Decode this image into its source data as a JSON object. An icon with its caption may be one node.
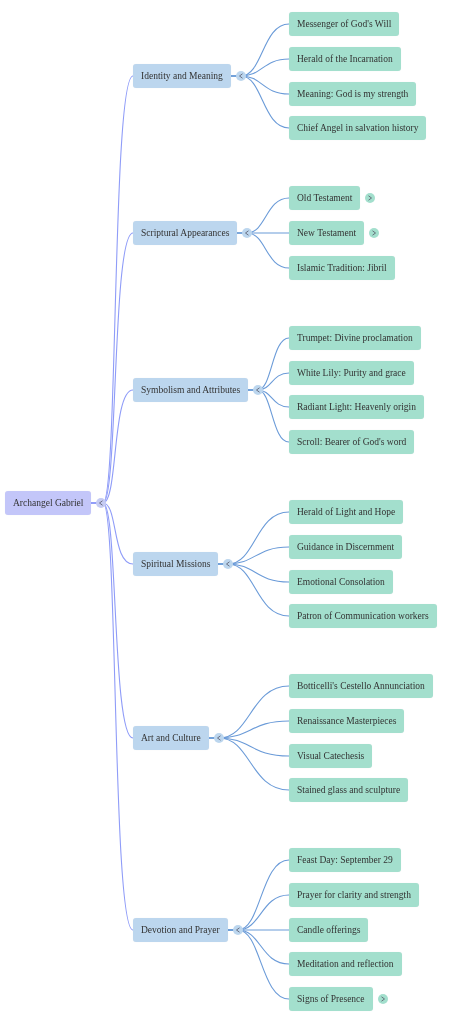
{
  "diagram": {
    "nodes": [
      {
        "text": [
          "Archangel Gabriel"
        ]
      },
      {
        "text": [
          "Identity and Meaning"
        ]
      },
      {
        "text": [
          "Messenger of God's Will"
        ]
      },
      {
        "text": [
          "Herald of the Incarnation"
        ]
      },
      {
        "text": [
          "Meaning: God is my strength"
        ]
      },
      {
        "text": [
          "Chief Angel in salvation history"
        ]
      },
      {
        "text": [
          "Scriptural Appearances"
        ]
      },
      {
        "text": [
          "Old Testament"
        ]
      },
      {
        "text": [
          "New Testament"
        ]
      },
      {
        "text": [
          "Islamic Tradition: Jibril"
        ]
      },
      {
        "text": [
          "Symbolism and Attributes"
        ]
      },
      {
        "text": [
          "Trumpet: Divine proclamation"
        ]
      },
      {
        "text": [
          "White Lily: Purity and grace"
        ]
      },
      {
        "text": [
          "Radiant Light: Heavenly origin"
        ]
      },
      {
        "text": [
          "Scroll: Bearer of God's word"
        ]
      },
      {
        "text": [
          "Spiritual Missions"
        ]
      },
      {
        "text": [
          "Herald of Light and Hope"
        ]
      },
      {
        "text": [
          "Guidance in Discernment"
        ]
      },
      {
        "text": [
          "Emotional Consolation"
        ]
      },
      {
        "text": [
          "Patron of Communication workers"
        ]
      },
      {
        "text": [
          "Art and Culture"
        ]
      },
      {
        "text": [
          "Botticelli's Cestello Annunciation"
        ]
      },
      {
        "text": [
          "Renaissance Masterpieces"
        ]
      },
      {
        "text": [
          "Visual Catechesis"
        ]
      },
      {
        "text": [
          "Stained glass and sculpture"
        ]
      },
      {
        "text": [
          "Devotion and Prayer"
        ]
      },
      {
        "text": [
          "Feast Day: September 29"
        ]
      },
      {
        "text": [
          "Prayer for clarity and strength"
        ]
      },
      {
        "text": [
          "Candle offerings"
        ]
      },
      {
        "text": [
          "Meditation and reflection"
        ]
      },
      {
        "text": [
          "Signs of Presence"
        ]
      }
    ],
    "edges": [
      {
        "from": 0,
        "to": 1,
        "arrow": "none",
        "color": "#8f9cf8"
      },
      {
        "from": 1,
        "to": 2,
        "arrow": "none"
      },
      {
        "from": 1,
        "to": 3,
        "arrow": "none"
      },
      {
        "from": 1,
        "to": 4,
        "arrow": "none"
      },
      {
        "from": 1,
        "to": 5,
        "arrow": "none"
      },
      {
        "from": 0,
        "to": 6,
        "arrow": "none",
        "color": "#8f9cf8"
      },
      {
        "from": 6,
        "to": 7,
        "arrow": "none"
      },
      {
        "from": 6,
        "to": 8,
        "arrow": "none"
      },
      {
        "from": 6,
        "to": 9,
        "arrow": "none"
      },
      {
        "from": 0,
        "to": 10,
        "arrow": "none",
        "color": "#8f9cf8"
      },
      {
        "from": 10,
        "to": 11,
        "arrow": "none"
      },
      {
        "from": 10,
        "to": 12,
        "arrow": "none"
      },
      {
        "from": 10,
        "to": 13,
        "arrow": "none"
      },
      {
        "from": 10,
        "to": 14,
        "arrow": "none"
      },
      {
        "from": 0,
        "to": 15,
        "arrow": "none",
        "color": "#8f9cf8"
      },
      {
        "from": 15,
        "to": 16,
        "arrow": "none"
      },
      {
        "from": 15,
        "to": 17,
        "arrow": "none"
      },
      {
        "from": 15,
        "to": 18,
        "arrow": "none"
      },
      {
        "from": 15,
        "to": 19,
        "arrow": "none"
      },
      {
        "from": 0,
        "to": 20,
        "arrow": "none",
        "color": "#8f9cf8"
      },
      {
        "from": 20,
        "to": 21,
        "arrow": "none"
      },
      {
        "from": 20,
        "to": 22,
        "arrow": "none"
      },
      {
        "from": 20,
        "to": 23,
        "arrow": "none"
      },
      {
        "from": 20,
        "to": 24,
        "arrow": "none"
      },
      {
        "from": 0,
        "to": 25,
        "arrow": "none",
        "color": "#8f9cf8"
      },
      {
        "from": 25,
        "to": 26,
        "arrow": "none"
      },
      {
        "from": 25,
        "to": 27,
        "arrow": "none"
      },
      {
        "from": 25,
        "to": 28,
        "arrow": "none"
      },
      {
        "from": 25,
        "to": 29,
        "arrow": "none"
      },
      {
        "from": 25,
        "to": 30,
        "arrow": "none"
      }
    ]
  }
}
